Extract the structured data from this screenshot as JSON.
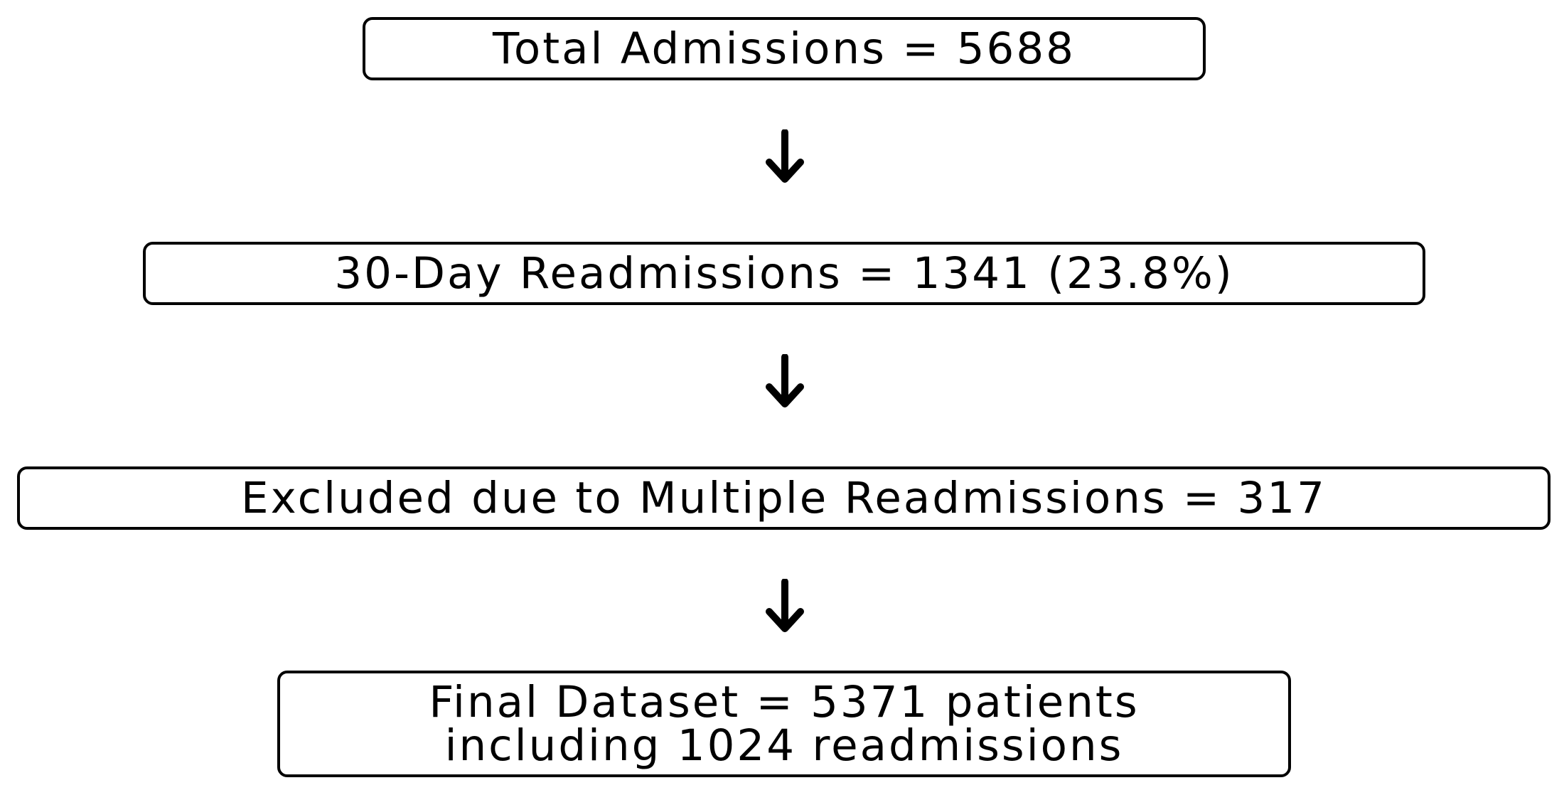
{
  "flowchart": {
    "steps": [
      {
        "lines": [
          "Total Admissions = 5688"
        ]
      },
      {
        "lines": [
          "30-Day Readmissions = 1341 (23.8%)"
        ]
      },
      {
        "lines": [
          "Excluded due to Multiple Readmissions = 317"
        ]
      },
      {
        "lines": [
          "Final Dataset = 5371 patients",
          "including 1024 readmissions"
        ]
      }
    ],
    "colors": {
      "stroke": "#000000",
      "background": "#ffffff"
    }
  }
}
